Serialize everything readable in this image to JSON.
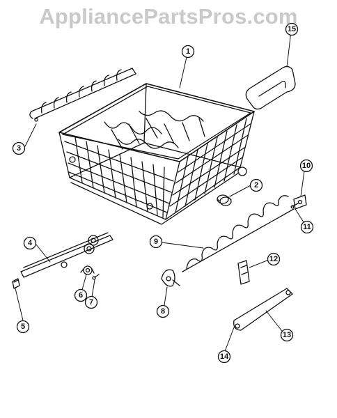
{
  "watermark": "AppliancePartsPros.com",
  "callouts": [
    "1",
    "2",
    "3",
    "4",
    "5",
    "6",
    "7",
    "8",
    "9",
    "10",
    "11",
    "12",
    "13",
    "14",
    "15"
  ],
  "colors": {
    "line": "#111111",
    "watermark": "#c9c9c9",
    "background": "#ffffff"
  }
}
